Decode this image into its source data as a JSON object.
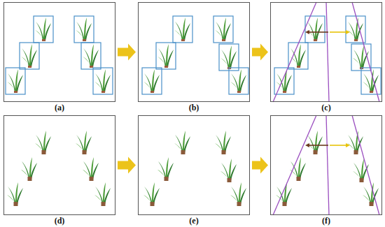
{
  "diagram": {
    "nodes": [
      {
        "text": [
          "(a)"
        ]
      },
      {
        "text": [
          "(b)"
        ]
      },
      {
        "text": [
          "(c)"
        ]
      },
      {
        "text": [
          "(d)"
        ]
      },
      {
        "text": [
          "(e)"
        ]
      },
      {
        "text": [
          "(f)"
        ]
      }
    ],
    "edges": [
      {
        "from": 0,
        "to": 1,
        "arrow": "to"
      },
      {
        "from": 1,
        "to": 2,
        "arrow": "to"
      },
      {
        "from": 3,
        "to": 4,
        "arrow": "to"
      },
      {
        "from": 4,
        "to": 5,
        "arrow": "to"
      }
    ]
  }
}
